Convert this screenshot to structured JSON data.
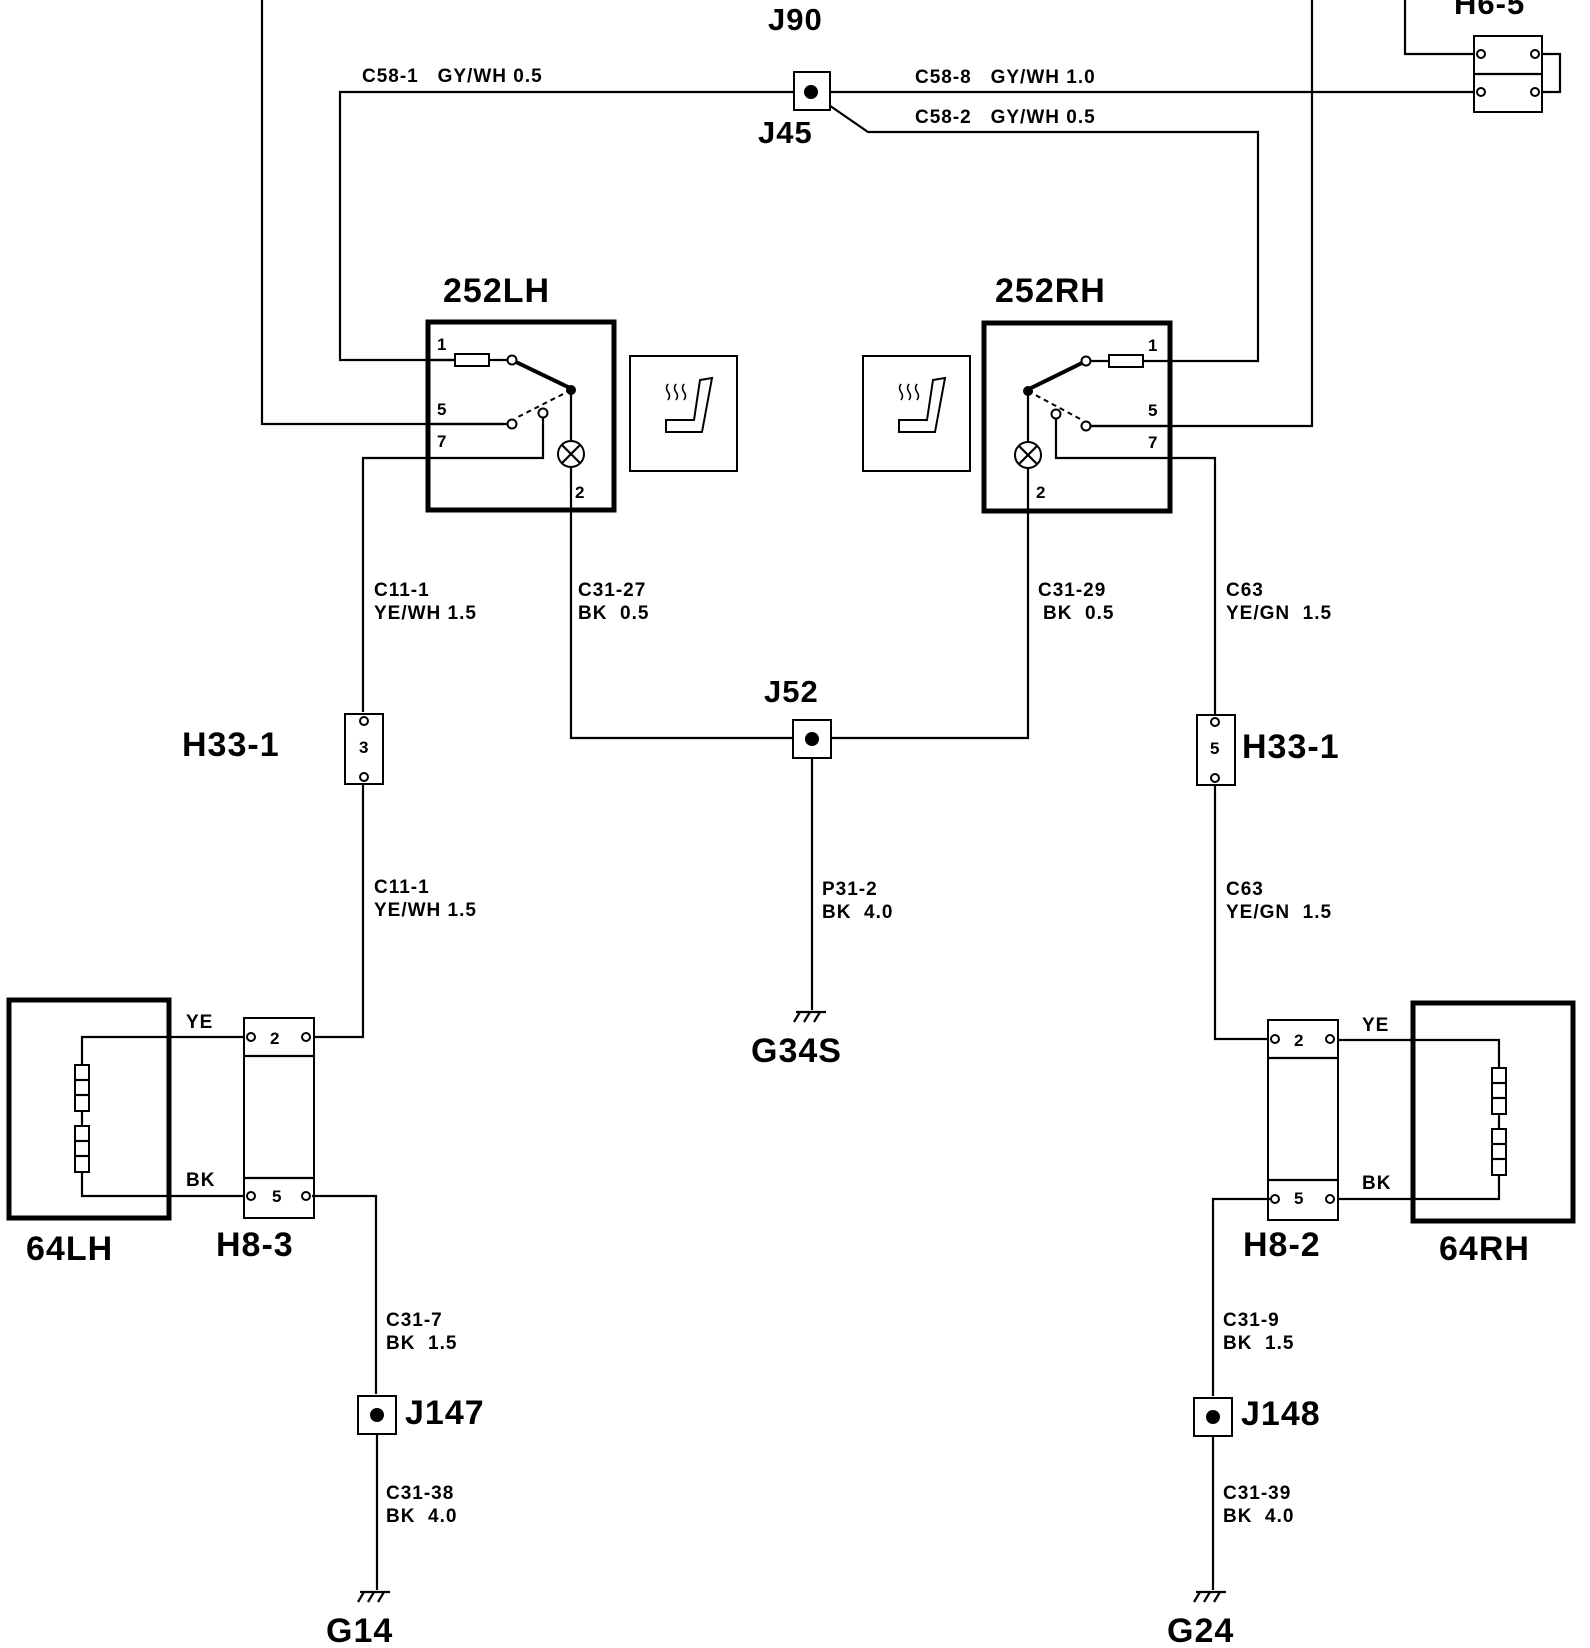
{
  "diagram": {
    "junctions": {
      "j90": "J90",
      "j45": "J45",
      "j52": "J52",
      "j147": "J147",
      "j148": "J148",
      "h6_5_partial": "H6-5"
    },
    "components": {
      "switch_lh": "252LH",
      "switch_rh": "252RH",
      "heater_lh": "64LH",
      "heater_rh": "64RH",
      "conn_h33_left": "H33-1",
      "conn_h33_right": "H33-1",
      "conn_h8_3": "H8-3",
      "conn_h8_2": "H8-2"
    },
    "grounds": {
      "g34s": "G34S",
      "g14": "G14",
      "g24": "G24"
    },
    "wires": {
      "c58_1": "C58-1   GY/WH 0.5",
      "c58_8": "C58-8   GY/WH 1.0",
      "c58_2": "C58-2   GY/WH 0.5",
      "c11_1_top_id": "C11-1",
      "c11_1_top_spec": "YE/WH 1.5",
      "c31_27_id": "C31-27",
      "c31_27_spec": "BK  0.5",
      "c31_29_id": "C31-29",
      "c31_29_spec": "BK  0.5",
      "c63_top_id": "C63",
      "c63_top_spec": "YE/GN  1.5",
      "c11_1_bot_id": "C11-1",
      "c11_1_bot_spec": "YE/WH 1.5",
      "p31_2_id": "P31-2",
      "p31_2_spec": "BK  4.0",
      "c63_bot_id": "C63",
      "c63_bot_spec": "YE/GN  1.5",
      "c31_7_id": "C31-7",
      "c31_7_spec": "BK  1.5",
      "c31_9_id": "C31-9",
      "c31_9_spec": "BK  1.5",
      "c31_38_id": "C31-38",
      "c31_38_spec": "BK  4.0",
      "c31_39_id": "C31-39",
      "c31_39_spec": "BK  4.0"
    },
    "pins": {
      "lh_pin1": "1",
      "lh_pin5": "5",
      "lh_pin7": "7",
      "lh_pin2": "2",
      "rh_pin1": "1",
      "rh_pin5": "5",
      "rh_pin7": "7",
      "rh_pin2": "2",
      "h33_left_pin": "3",
      "h33_right_pin": "5",
      "h8_3_pin2": "2",
      "h8_3_pin5": "5",
      "h8_2_pin2": "2",
      "h8_2_pin5": "5"
    },
    "wire_colors": {
      "lh_ye": "YE",
      "lh_bk": "BK",
      "rh_ye": "YE",
      "rh_bk": "BK"
    }
  }
}
